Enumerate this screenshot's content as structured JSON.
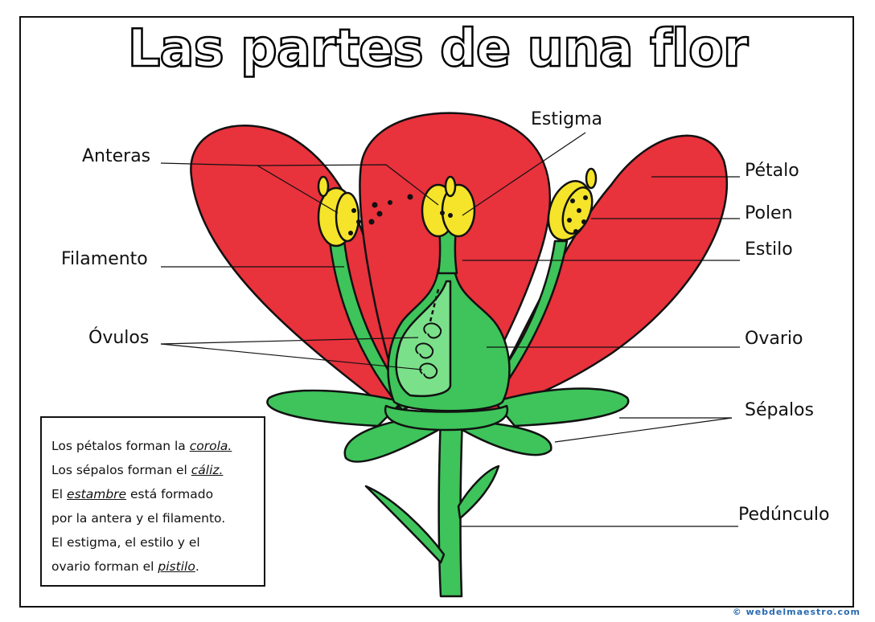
{
  "title": "Las partes de una flor",
  "labels": {
    "anteras": "Anteras",
    "estigma": "Estigma",
    "petalo": "Pétalo",
    "polen": "Polen",
    "estilo": "Estilo",
    "filamento": "Filamento",
    "ovulos": "Óvulos",
    "ovario": "Ovario",
    "sepalos": "Sépalos",
    "pedunculo": "Pedúnculo"
  },
  "notes": {
    "l1_pre": "Los pétalos forman la ",
    "l1_term": "corola.",
    "l2_pre": "Los sépalos forman el ",
    "l2_term": "cáliz.",
    "l3_pre": "El ",
    "l3_term": "estambre",
    "l3_post": " está formado",
    "l4": "por la antera y el filamento.",
    "l5": "El estigma, el estilo y el",
    "l6_pre": "ovario forman el ",
    "l6_term": "pistilo",
    "l6_post": "."
  },
  "credit": "© webdelmaestro.com",
  "colors": {
    "petal": "#e8323c",
    "green": "#3ec45a",
    "green_light": "#7be08a",
    "anther": "#f5e42a",
    "outline": "#111111"
  }
}
